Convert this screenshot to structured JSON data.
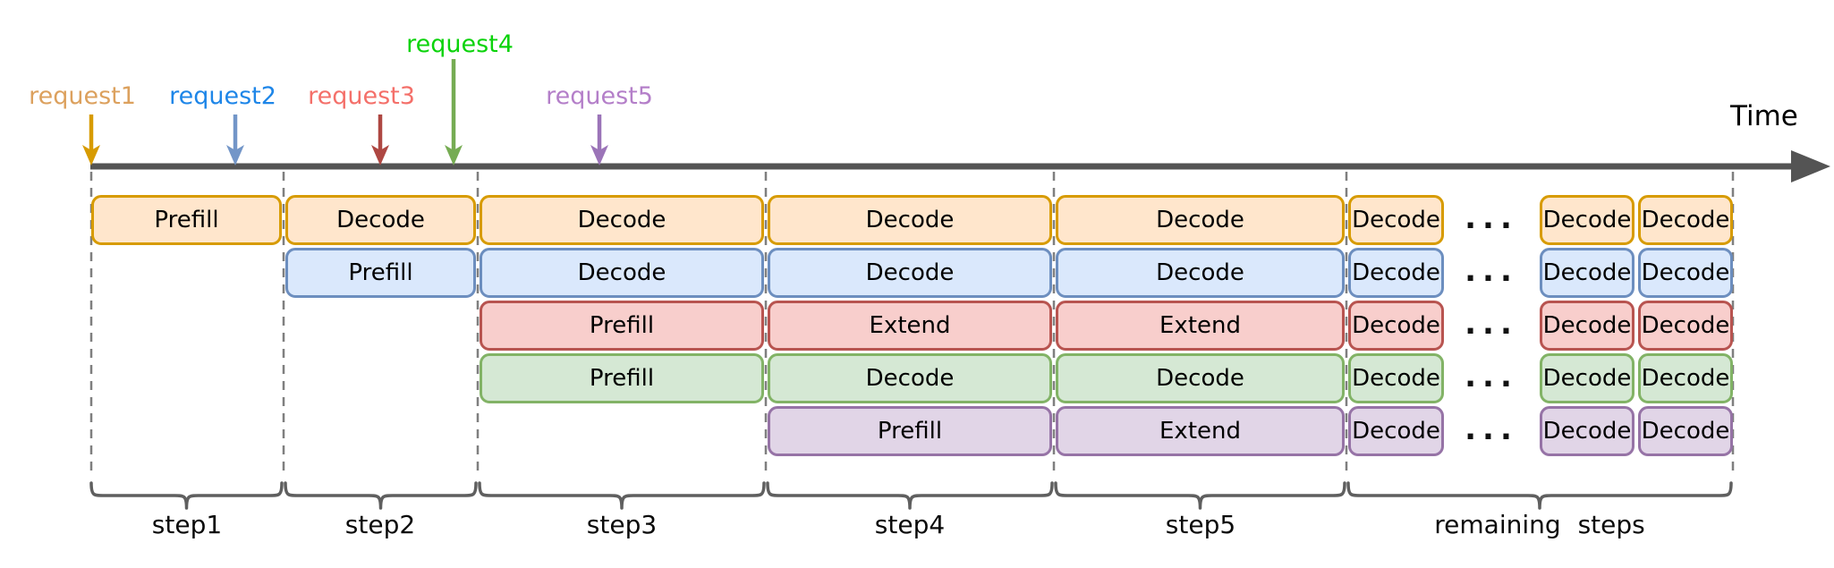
{
  "timeline": {
    "label": "Time"
  },
  "requests": [
    {
      "label": "request1",
      "text_color": "#DCA15E",
      "arrow_color": "#D79B00",
      "fill": "#FFE6CC",
      "stroke": "#D79B00",
      "blocks": [
        {
          "step": "step1",
          "op": "Prefill"
        },
        {
          "step": "step2",
          "op": "Decode"
        },
        {
          "step": "step3",
          "op": "Decode"
        },
        {
          "step": "step4",
          "op": "Decode"
        },
        {
          "step": "step5",
          "op": "Decode"
        },
        {
          "step": "rem1",
          "op": "Decode"
        },
        {
          "step": "rem2",
          "op": "Decode"
        },
        {
          "step": "rem3",
          "op": "Decode"
        }
      ]
    },
    {
      "label": "request2",
      "text_color": "#1E86E8",
      "arrow_color": "#7396C8",
      "fill": "#DAE8FC",
      "stroke": "#6C8EBF",
      "blocks": [
        {
          "step": "step2",
          "op": "Prefill"
        },
        {
          "step": "step3",
          "op": "Decode"
        },
        {
          "step": "step4",
          "op": "Decode"
        },
        {
          "step": "step5",
          "op": "Decode"
        },
        {
          "step": "rem1",
          "op": "Decode"
        },
        {
          "step": "rem2",
          "op": "Decode"
        },
        {
          "step": "rem3",
          "op": "Decode"
        }
      ]
    },
    {
      "label": "request3",
      "text_color": "#F4706A",
      "arrow_color": "#AE4742",
      "fill": "#F8CECC",
      "stroke": "#B85450",
      "blocks": [
        {
          "step": "step3",
          "op": "Prefill"
        },
        {
          "step": "step4",
          "op": "Extend"
        },
        {
          "step": "step5",
          "op": "Extend"
        },
        {
          "step": "rem1",
          "op": "Decode"
        },
        {
          "step": "rem2",
          "op": "Decode"
        },
        {
          "step": "rem3",
          "op": "Decode"
        }
      ]
    },
    {
      "label": "request4",
      "text_color": "#0BD30B",
      "arrow_color": "#76AC53",
      "fill": "#D5E8D4",
      "stroke": "#82B366",
      "blocks": [
        {
          "step": "step3",
          "op": "Prefill"
        },
        {
          "step": "step4",
          "op": "Decode"
        },
        {
          "step": "step5",
          "op": "Decode"
        },
        {
          "step": "rem1",
          "op": "Decode"
        },
        {
          "step": "rem2",
          "op": "Decode"
        },
        {
          "step": "rem3",
          "op": "Decode"
        }
      ]
    },
    {
      "label": "request5",
      "text_color": "#B47FC9",
      "arrow_color": "#9B74B8",
      "fill": "#E1D5E7",
      "stroke": "#9673A6",
      "blocks": [
        {
          "step": "step4",
          "op": "Prefill"
        },
        {
          "step": "step5",
          "op": "Extend"
        },
        {
          "step": "rem1",
          "op": "Decode"
        },
        {
          "step": "rem2",
          "op": "Decode"
        },
        {
          "step": "rem3",
          "op": "Decode"
        }
      ]
    }
  ],
  "steps": [
    {
      "label": "step1"
    },
    {
      "label": "step2"
    },
    {
      "label": "step3"
    },
    {
      "label": "step4"
    },
    {
      "label": "step5"
    },
    {
      "label": "remaining steps"
    }
  ],
  "ellipsis": "...",
  "colors": {
    "timeline": "#545454",
    "dashed": "#7F7F7F",
    "brace": "#5F5F5F",
    "block_text": "#000000"
  }
}
